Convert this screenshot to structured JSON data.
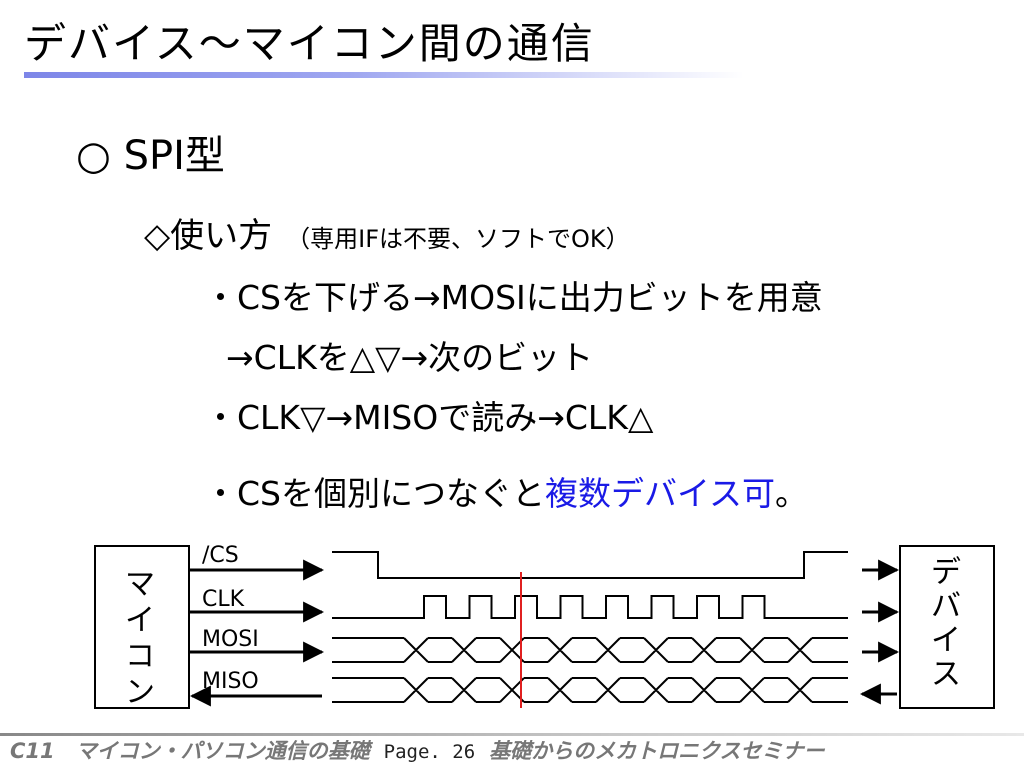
{
  "slide": {
    "title": "デバイス～マイコン間の通信",
    "section_heading": "○ SPI型",
    "usage_heading": "◇使い方",
    "usage_note": "（専用IFは不要、ソフトでOK）",
    "bullets": [
      "・CSを下げる→MOSIに出力ビットを用意",
      "→CLKを△▽→次のビット",
      "・CLK▽→MISOで読み→CLK△"
    ],
    "bullet3_prefix": "・CSを個別につなぐと",
    "bullet3_highlight": "複数デバイス可",
    "bullet3_suffix": "。"
  },
  "diagram": {
    "left_box_label": "マイコン",
    "right_box_label": "デバイス",
    "signals": [
      {
        "name": "/CS",
        "direction": "out"
      },
      {
        "name": "CLK",
        "direction": "out"
      },
      {
        "name": "MOSI",
        "direction": "out"
      },
      {
        "name": "MISO",
        "direction": "in"
      }
    ],
    "clock_pulse_count": 8,
    "data_bit_count": 8
  },
  "footer": {
    "left": "C11　マイコン・パソコン通信の基礎",
    "page": "Page. 26",
    "right": "基礎からのメカトロニクスセミナー"
  },
  "colors": {
    "title_underline": "#7d86e8",
    "highlight_text": "#1a1ae6",
    "marker_line": "#e02020",
    "footer_text": "#777777"
  }
}
